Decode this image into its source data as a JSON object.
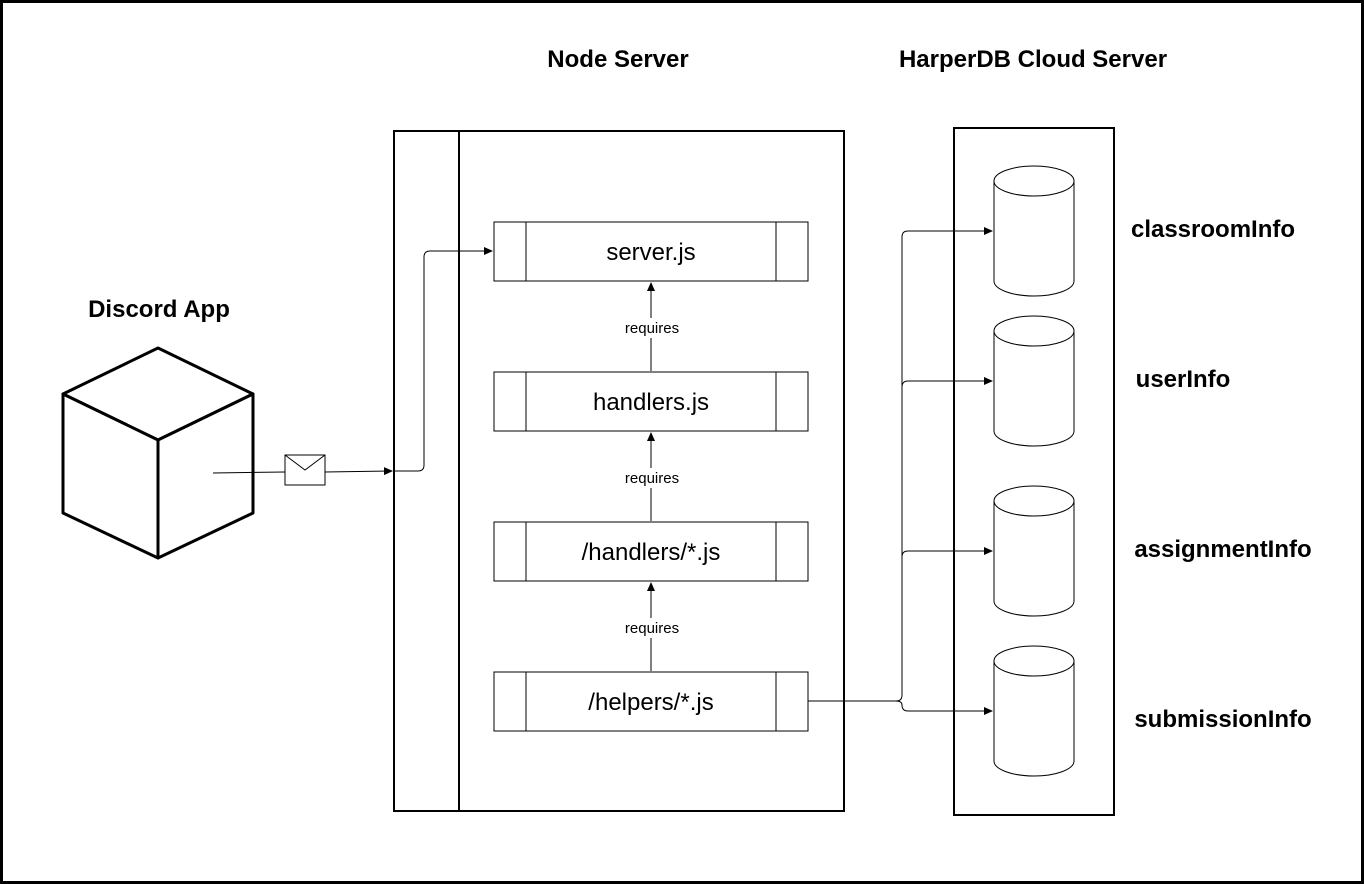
{
  "titles": {
    "discord_app": "Discord App",
    "node_server": "Node Server",
    "harperdb": "HarperDB Cloud Server"
  },
  "modules": [
    {
      "label": "server.js"
    },
    {
      "label": "handlers.js"
    },
    {
      "label": "/handlers/*.js"
    },
    {
      "label": "/helpers/*.js"
    }
  ],
  "edges": [
    {
      "label": "requires"
    },
    {
      "label": "requires"
    },
    {
      "label": "requires"
    }
  ],
  "databases": [
    {
      "label": "classroomInfo"
    },
    {
      "label": "userInfo"
    },
    {
      "label": "assignmentInfo"
    },
    {
      "label": "submissionInfo"
    }
  ],
  "icons": {
    "app": "cube-icon",
    "message": "envelope-icon",
    "database": "cylinder-icon"
  },
  "colors": {
    "line": "#000000",
    "background": "#ffffff"
  }
}
